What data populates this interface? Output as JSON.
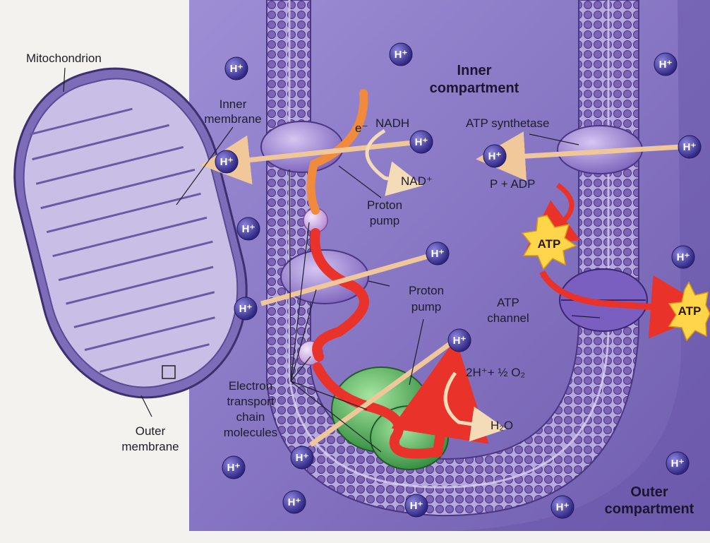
{
  "labels": {
    "mitochondrion": "Mitochondrion",
    "inner_membrane_1": "Inner",
    "inner_membrane_2": "membrane",
    "inner_compartment_1": "Inner",
    "inner_compartment_2": "compartment",
    "outer_compartment_1": "Outer",
    "outer_compartment_2": "compartment",
    "outer_membrane_1": "Outer",
    "outer_membrane_2": "membrane",
    "nadh": "NADH",
    "nad": "NAD⁺",
    "electron": "e⁻",
    "proton_pump_a_1": "Proton",
    "proton_pump_a_2": "pump",
    "proton_pump_b_1": "Proton",
    "proton_pump_b_2": "pump",
    "atp_synthetase": "ATP synthetase",
    "p_adp": "P + ADP",
    "atp": "ATP",
    "atp_out": "ATP",
    "atp_channel_1": "ATP",
    "atp_channel_2": "channel",
    "reaction": "2H⁺+ ½ O₂",
    "water": "H₂O",
    "etc_1": "Electron",
    "etc_2": "transport",
    "etc_3": "chain",
    "etc_4": "molecules",
    "h_ion": "H⁺"
  },
  "colors": {
    "background_panel": "#8a78c8",
    "membrane_lipid": "#7a62b0",
    "pump_protein": "#a18ad8",
    "complex_green": "#5fbf6a",
    "electron_path": "#e8322a",
    "proton_arrow": "#e8c49a",
    "atp_star": "#ffd24a",
    "h_ion": "#3e3496"
  }
}
